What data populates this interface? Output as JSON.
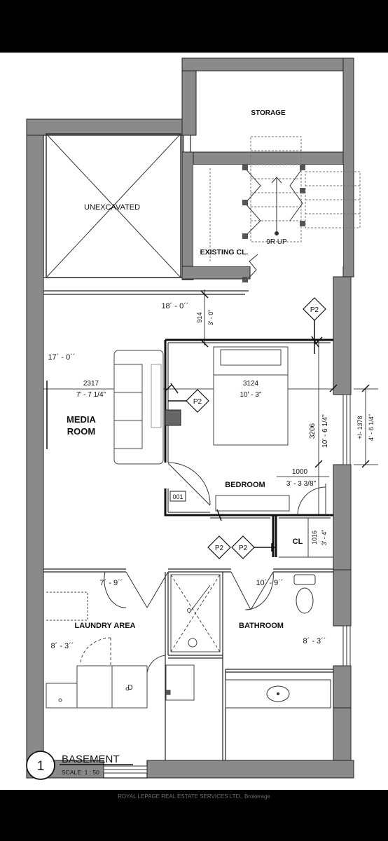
{
  "rooms": {
    "storage": "STORAGE",
    "unexcavated": "UNEXCAVATED",
    "existing_closet": "EXISTING CL.",
    "stairs": "9R UP",
    "media_room_line1": "MEDIA",
    "media_room_line2": "ROOM",
    "bedroom": "BEDROOM",
    "closet": "CL",
    "laundry": "LAUNDRY AREA",
    "bathroom": "BATHROOM",
    "dryer": "D"
  },
  "dimensions": {
    "top_width": "18´ - 0´´",
    "media_height": "17´ - 0´´",
    "vert_914": "914",
    "vert_3_0": "3' - 0\"",
    "media_metric": "2317",
    "media_imperial": "7' - 7 1/4\"",
    "bed_metric": "3124",
    "bed_imperial": "10' - 3\"",
    "bed_depth_metric": "3206",
    "bed_depth_imperial": "10' - 6 1/4\"",
    "window_metric": "+/- 1378",
    "window_imperial": "4' - 6 1/4\"",
    "closet_metric": "1000",
    "closet_imperial": "3' - 3 3/8\"",
    "closet_depth_metric": "1016",
    "closet_depth_imperial": "3' - 4\"",
    "laundry_width": "7´ - 9´´",
    "bath_width": "10´ - 9´´",
    "laundry_depth": "8´ - 3´´",
    "bath_depth": "8´ - 3´´"
  },
  "tags": {
    "p2": "P2",
    "door_number": "001"
  },
  "title_block": {
    "number": "1",
    "title": "BASEMENT",
    "scale": "SCALE:  1 : 50"
  },
  "footer": {
    "credit": "ROYAL LEPAGE REAL ESTATE SERVICES LTD., Brokerage"
  }
}
